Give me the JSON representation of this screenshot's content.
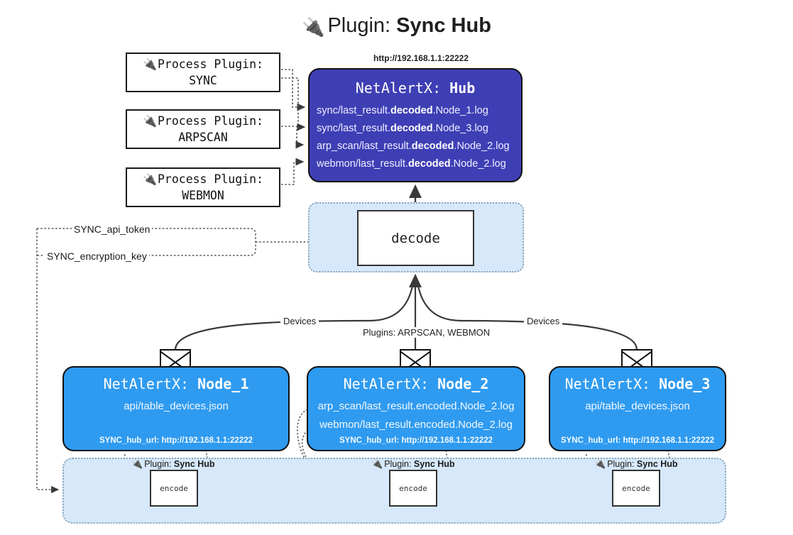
{
  "title": {
    "icon": "plug-icon",
    "label": "Plugin:",
    "value": "Sync Hub"
  },
  "process_plugins": [
    {
      "icon": "plug-icon",
      "label": "Process Plugin:",
      "name": "SYNC"
    },
    {
      "icon": "plug-icon",
      "label": "Process Plugin:",
      "name": "ARPSCAN"
    },
    {
      "icon": "plug-icon",
      "label": "Process Plugin:",
      "name": "WEBMON"
    }
  ],
  "hub": {
    "url": "http://192.168.1.1:22222",
    "prefix": "NetAlertX:",
    "name": "Hub",
    "logs": [
      {
        "pre": "sync/last_result.",
        "em": "decoded",
        "post": ".Node_1.log"
      },
      {
        "pre": "sync/last_result.",
        "em": "decoded",
        "post": ".Node_3.log"
      },
      {
        "pre": "arp_scan/last_result.",
        "em": "decoded",
        "post": ".Node_2.log"
      },
      {
        "pre": "webmon/last_result.",
        "em": "decoded",
        "post": ".Node_2.log"
      }
    ]
  },
  "decode": {
    "label": "decode"
  },
  "settings": {
    "api_token": "SYNC_api_token",
    "encryption_key": "SYNC_encryption_key"
  },
  "edge_labels": {
    "devices_left": "Devices",
    "devices_right": "Devices",
    "plugins_middle": "Plugins: ARPSCAN, WEBMON"
  },
  "nodes": [
    {
      "prefix": "NetAlertX:",
      "name": "Node_1",
      "lines": [
        "api/table_devices.json"
      ],
      "footer": "SYNC_hub_url: http://192.168.1.1:22222",
      "icon": "envelope-icon"
    },
    {
      "prefix": "NetAlertX:",
      "name": "Node_2",
      "lines": [
        "arp_scan/last_result.encoded.Node_2.log",
        "webmon/last_result.encoded.Node_2.log"
      ],
      "footer": "SYNC_hub_url: http://192.168.1.1:22222",
      "icon": "envelope-icon"
    },
    {
      "prefix": "NetAlertX:",
      "name": "Node_3",
      "lines": [
        "api/table_devices.json"
      ],
      "footer": "SYNC_hub_url: http://192.168.1.1:22222",
      "icon": "envelope-icon"
    }
  ],
  "encoders": [
    {
      "icon": "plug-icon",
      "tag_label": "Plugin:",
      "tag_value": "Sync Hub",
      "box_label": "encode"
    },
    {
      "icon": "plug-icon",
      "tag_label": "Plugin:",
      "tag_value": "Sync Hub",
      "box_label": "encode"
    },
    {
      "icon": "plug-icon",
      "tag_label": "Plugin:",
      "tag_value": "Sync Hub",
      "box_label": "encode"
    }
  ],
  "colors": {
    "hub": "#3f3fb5",
    "node": "#2f9bf0",
    "band": "#d6e8fa",
    "stroke": "#111111"
  }
}
